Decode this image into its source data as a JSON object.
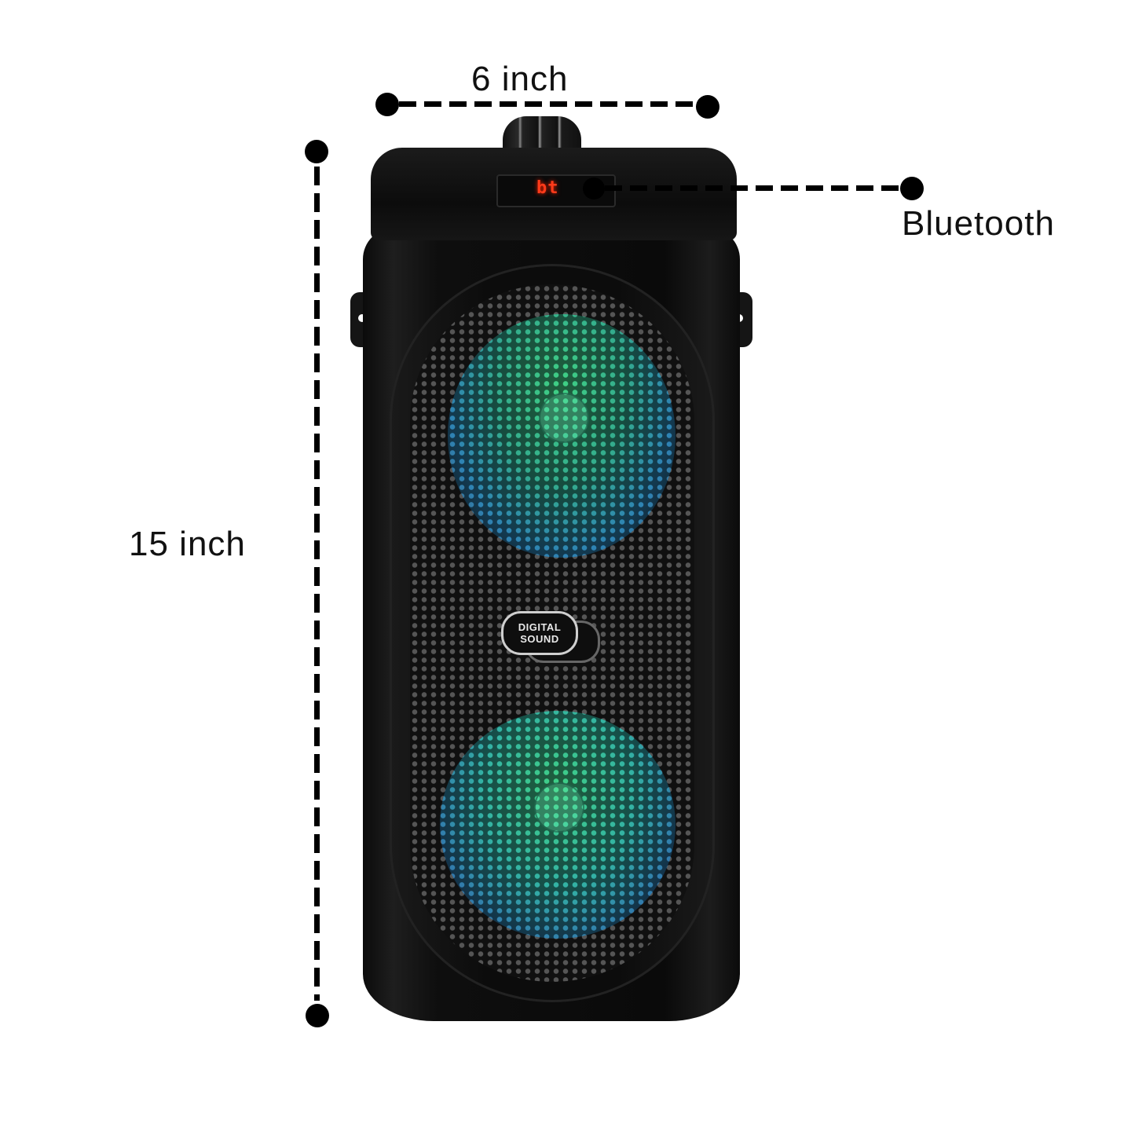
{
  "annotations": {
    "width": {
      "label": "6 inch"
    },
    "height": {
      "label": "15 inch"
    },
    "bluetooth": {
      "label": "Bluetooth"
    }
  },
  "product": {
    "display_text": "bt",
    "badge": {
      "line1": "DIGITAL",
      "line2": "SOUND"
    }
  },
  "colors": {
    "led": "#ff3b1a",
    "light_green": "#3ce68c",
    "light_blue": "#1e8cdc",
    "body": "#0c0c0c"
  }
}
